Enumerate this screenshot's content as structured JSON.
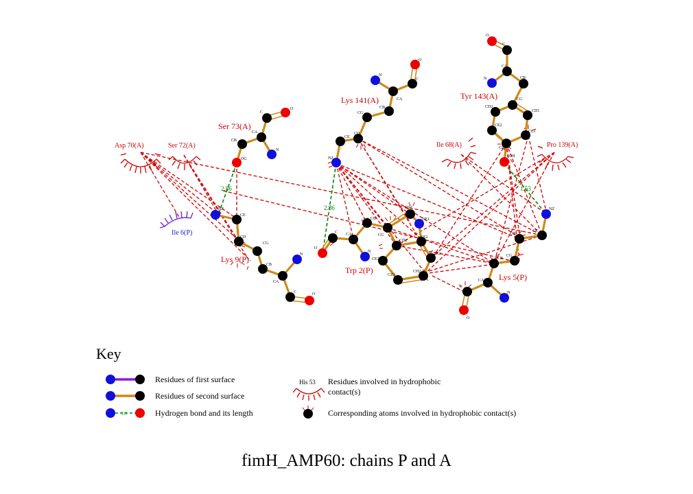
{
  "title": "fimH_AMP60: chains P and A",
  "key": {
    "heading": "Key",
    "first_surface": "Residues of first surface",
    "second_surface": "Residues of second surface",
    "hbond": "Hydrogen bond and its length",
    "hbond_sample": "3.0",
    "hydrophobic_residue_example": "His 53",
    "hydrophobic_residues": "Residues involved in hydrophobic",
    "hydrophobic_residues_line2": "contact(s)",
    "hydrophobic_atoms": "Corresponding atoms involved in hydrophobic contact(s)"
  },
  "residue_labels": {
    "ser73": "Ser 73(A)",
    "lys141": "Lys 141(A)",
    "tyr143": "Tyr 143(A)",
    "lys9": "Lys 9(P)",
    "trp2": "Trp 2(P)",
    "lys5": "Lys 5(P)"
  },
  "hydrophobic_labels": {
    "asp70": "Asp 70(A)",
    "ser72": "Ser 72(A)",
    "ile6": "Ile 6(P)",
    "ile68": "Ile 68(A)",
    "pro139": "Pro 139(A)"
  },
  "hbond_lengths": [
    "2.86",
    "2.86",
    "1.53"
  ],
  "colors": {
    "carbon": "#000000",
    "nitrogen": "#1010dd",
    "oxygen": "#ee0000",
    "bond_second_surface": "#cc8a1a",
    "bond_first_surface": "#8a1ae0",
    "hbond": "#008800",
    "hydrophobic": "#cc0000"
  }
}
